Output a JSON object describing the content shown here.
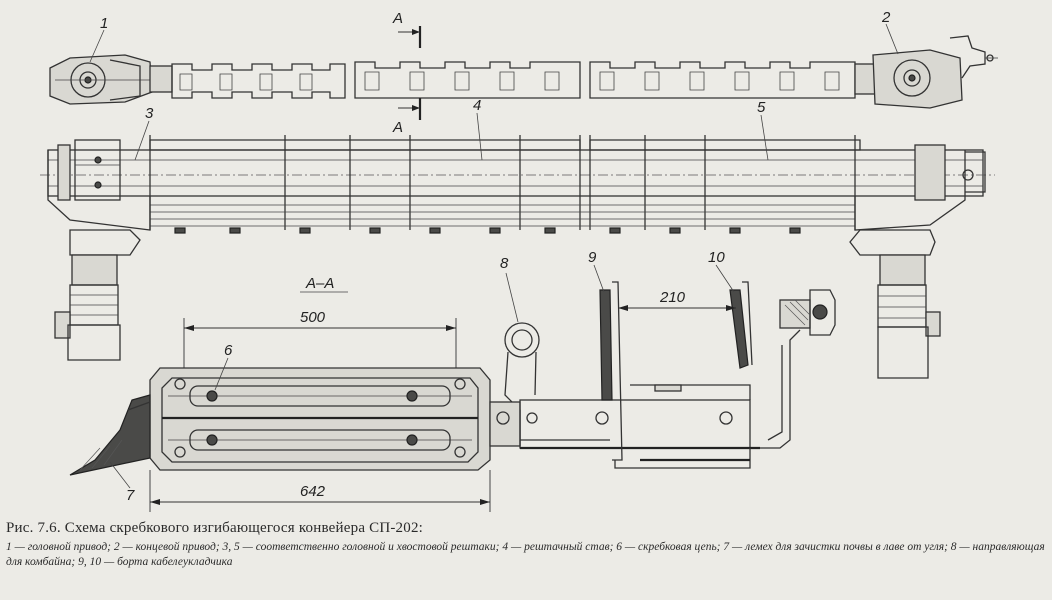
{
  "labels": {
    "n1": "1",
    "n2": "2",
    "n3": "3",
    "n4": "4",
    "n5": "5",
    "n6": "6",
    "n7": "7",
    "n8": "8",
    "n9": "9",
    "n10": "10",
    "sectionA_top": "А",
    "sectionA_bottom": "А",
    "sectionTitle": "А–А"
  },
  "dimensions": {
    "d500": "500",
    "d210": "210",
    "d642": "642"
  },
  "caption": {
    "title": "Рис. 7.6. Схема скребкового изгибающегося конвейера СП-202:",
    "legend": "1 — головной привод; 2 — концевой привод; 3, 5 — соответственно головной и хвостовой рештаки; 4 — рештачный став; 6 — скребковая цепь; 7 — лемех для зачистки почвы в лаве от угля; 8 — направляющая для комбайна; 9, 10 — борта кабелеукладчика"
  }
}
